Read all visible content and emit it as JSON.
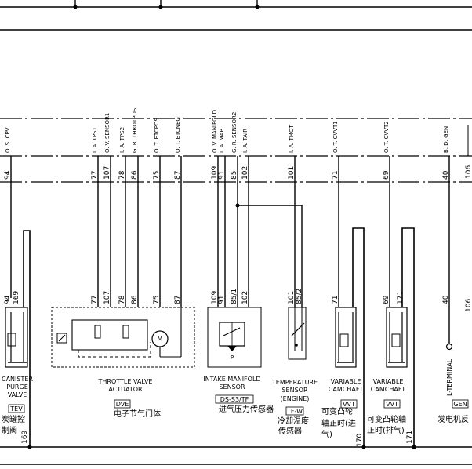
{
  "signals": [
    {
      "id": "cpv",
      "name": "O. S. CPV",
      "pin_top": "94",
      "pin_mid": "94"
    },
    {
      "id": "tps1",
      "name": "I. A. TPS1",
      "pin_top": "77",
      "pin_mid": "77"
    },
    {
      "id": "sens1",
      "name": "O. V. SENSOR1",
      "pin_top": "107",
      "pin_mid": "107"
    },
    {
      "id": "tps2",
      "name": "I. A. TPS2",
      "pin_top": "78",
      "pin_mid": "78"
    },
    {
      "id": "throt",
      "name": "G. R. THROTPOS",
      "pin_top": "86",
      "pin_mid": "86"
    },
    {
      "id": "etcp",
      "name": "O. T. ETCPOS",
      "pin_top": "75",
      "pin_mid": "75"
    },
    {
      "id": "etcn",
      "name": "O. T. ETCNEG",
      "pin_top": "87",
      "pin_mid": "87"
    },
    {
      "id": "man",
      "name": "O. V. MANIFOLD",
      "pin_top": "109",
      "pin_mid": "109"
    },
    {
      "id": "map",
      "name": "I. A. MAP",
      "pin_top": "91",
      "pin_mid": "91"
    },
    {
      "id": "sens2",
      "name": "G. R. SENSOR2",
      "pin_top": "85",
      "pin_mid": "85/1"
    },
    {
      "id": "tair",
      "name": "I. A. TAIR",
      "pin_top": "102",
      "pin_mid": "102"
    },
    {
      "id": "tmot",
      "name": "I. A. TMOT",
      "pin_top": "101",
      "pin_mid": "101"
    },
    {
      "id": "cvvt1",
      "name": "O. T. CVVT1",
      "pin_top": "71",
      "pin_mid": "71"
    },
    {
      "id": "cvvt2",
      "name": "O. T. CVVT2",
      "pin_top": "69",
      "pin_mid": "69"
    },
    {
      "id": "gen",
      "name": "B. D. GEN",
      "pin_top": "40",
      "pin_mid": "40"
    }
  ],
  "extra_pins": {
    "left_169": "169",
    "tmot_85_2": "85/2",
    "cvvt1_170": "170",
    "cvvt2_171": "171",
    "right_106": "106",
    "bottom_169": "169",
    "bottom_170": "170",
    "bottom_171": "171"
  },
  "components": {
    "canister": {
      "en1": "CANISTER",
      "en2": "PURGE",
      "en3": "VALVE",
      "code": "TEV",
      "cn1": "炭罐控",
      "cn2": "制阀"
    },
    "throttle": {
      "en1": "THROTTLE VALVE",
      "en2": "ACTUATOR",
      "code": "DVE",
      "cn": "电子节气门体"
    },
    "manifold": {
      "en1": "INTAKE MANIFOLD",
      "en2": "SENSOR",
      "code": "DS-S3/TF",
      "cn": "进气压力传感器"
    },
    "temp": {
      "en1": "TEMPERATURE",
      "en2": "SENSOR",
      "en3": "(ENGINE)",
      "code": "TF-W",
      "cn1": "冷却温度",
      "cn2": "传感器"
    },
    "vvt_in": {
      "en1": "VARIABLE",
      "en2": "CAMCHAFT",
      "code": "VVT",
      "cn1": "可变凸轮",
      "cn2": "轴正时(进",
      "cn3": "气)"
    },
    "vvt_ex": {
      "en1": "VARIABLE",
      "en2": "CAMCHAFT",
      "code": "VVT",
      "cn1": "可变凸轮轴",
      "cn2": "正时(排气)"
    },
    "generator": {
      "en1": "L-TERMINAL",
      "code": "GEN",
      "cn": "发电机反"
    }
  },
  "sensor_pin_label": "P"
}
